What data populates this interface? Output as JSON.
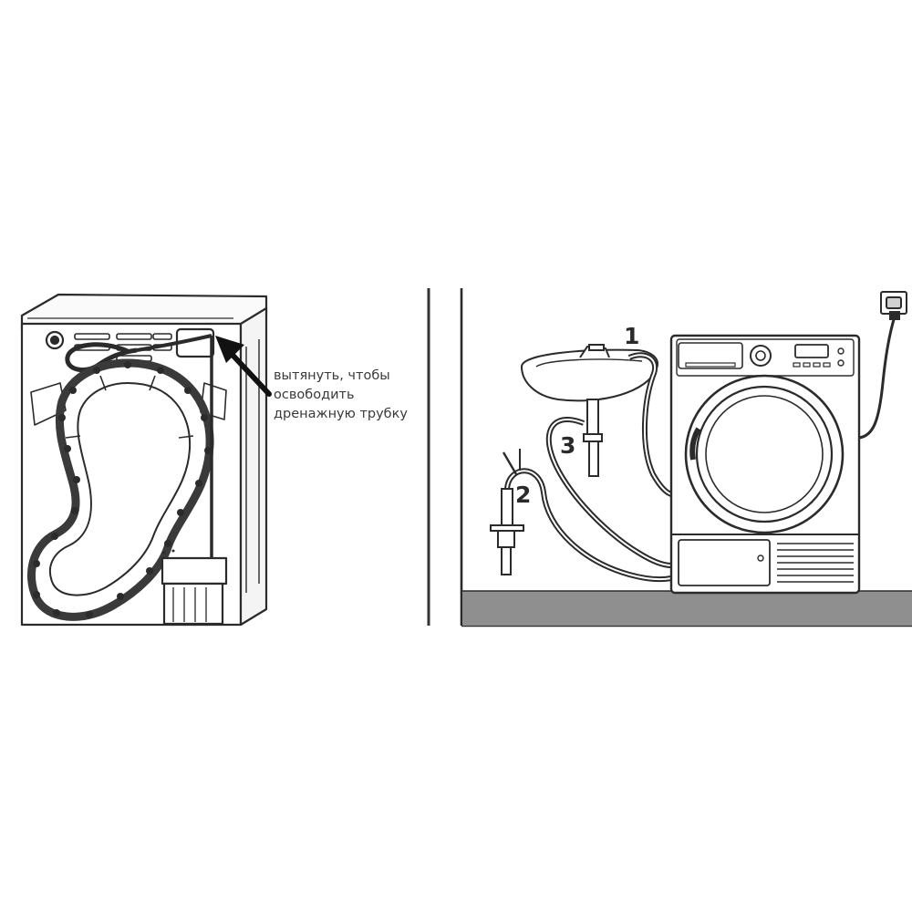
{
  "callout": {
    "line1": "вытянуть, чтобы",
    "line2": "освободить",
    "line3": "дренажную трубку"
  },
  "markers": {
    "m1": "1",
    "m2": "2",
    "m3": "3"
  },
  "colors": {
    "ink": "#2b2b2b",
    "floor": "#8f8f8f",
    "background": "#ffffff"
  },
  "icons": {
    "arrow": "arrow-icon",
    "plug": "wall-socket-icon"
  }
}
